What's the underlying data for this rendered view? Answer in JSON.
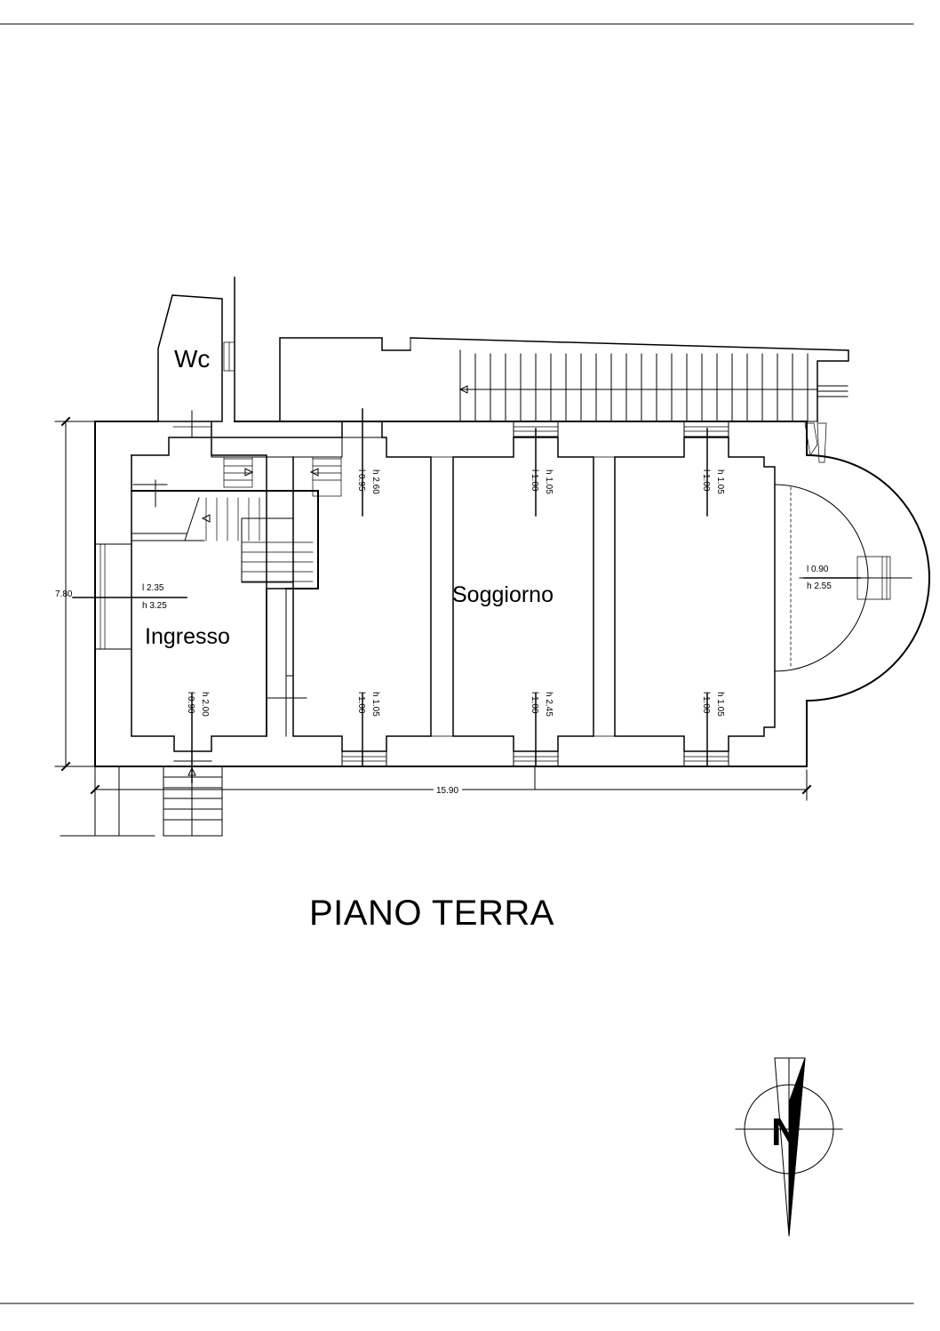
{
  "title": "PIANO TERRA",
  "rooms": {
    "wc": "Wc",
    "ingresso": "Ingresso",
    "soggiorno": "Soggiorno"
  },
  "dimensions": {
    "height": "7.80",
    "width": "15.90"
  },
  "ingresso_tag": {
    "l": "l 2.35",
    "h": "h 3.25"
  },
  "apse_tag": {
    "l": "l 0.90",
    "h": "h 2.55"
  },
  "openings": [
    {
      "l": "l 0.95",
      "h": "h 2.60"
    },
    {
      "l": "l 1.00",
      "h": "h 1.05"
    },
    {
      "l": "l 1.00",
      "h": "h 1.05"
    },
    {
      "l": "l 0.90",
      "h": "h 2.00"
    },
    {
      "l": "l 1.00",
      "h": "h 1.05"
    },
    {
      "l": "l 1.00",
      "h": "h 2.45"
    },
    {
      "l": "l 1.00",
      "h": "h 1.05"
    }
  ],
  "north": "N"
}
